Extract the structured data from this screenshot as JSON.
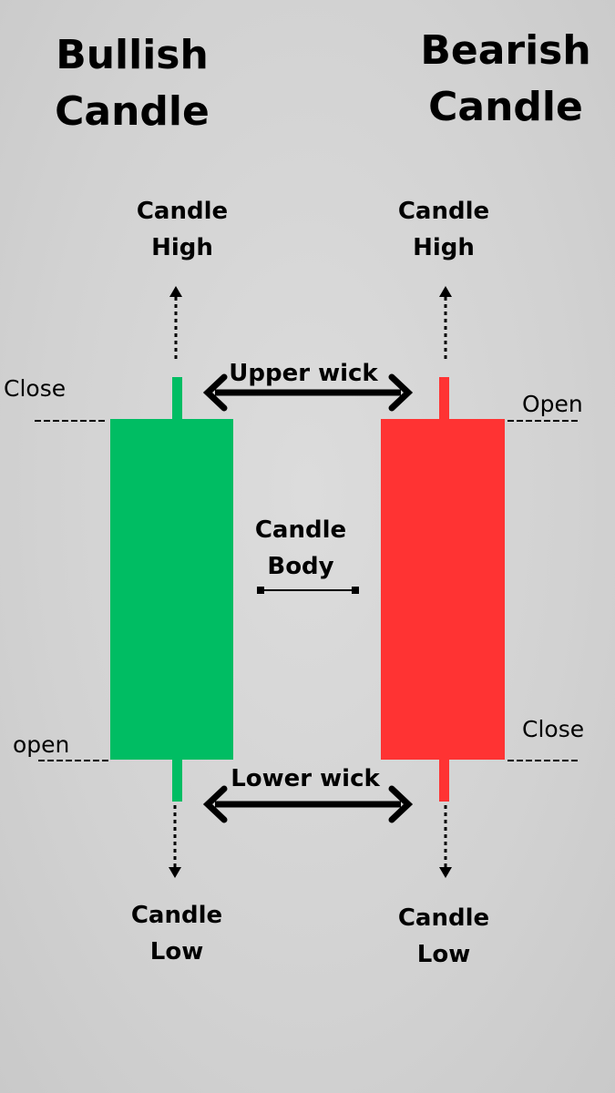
{
  "bullish": {
    "title_line1": "Bullish",
    "title_line2": "Candle",
    "high_line1": "Candle",
    "high_line2": "High",
    "low_line1": "Candle",
    "low_line2": "Low",
    "top_level": "Close",
    "bottom_level": "open",
    "color": "#00bd63"
  },
  "bearish": {
    "title_line1": "Bearish",
    "title_line2": "Candle",
    "high_line1": "Candle",
    "high_line2": "High",
    "low_line1": "Candle",
    "low_line2": "Low",
    "top_level": "Open",
    "bottom_level": "Close",
    "color": "#ff3333"
  },
  "center": {
    "upper_wick": "Upper wick",
    "body_line1": "Candle",
    "body_line2": "Body",
    "lower_wick": "Lower wick"
  }
}
